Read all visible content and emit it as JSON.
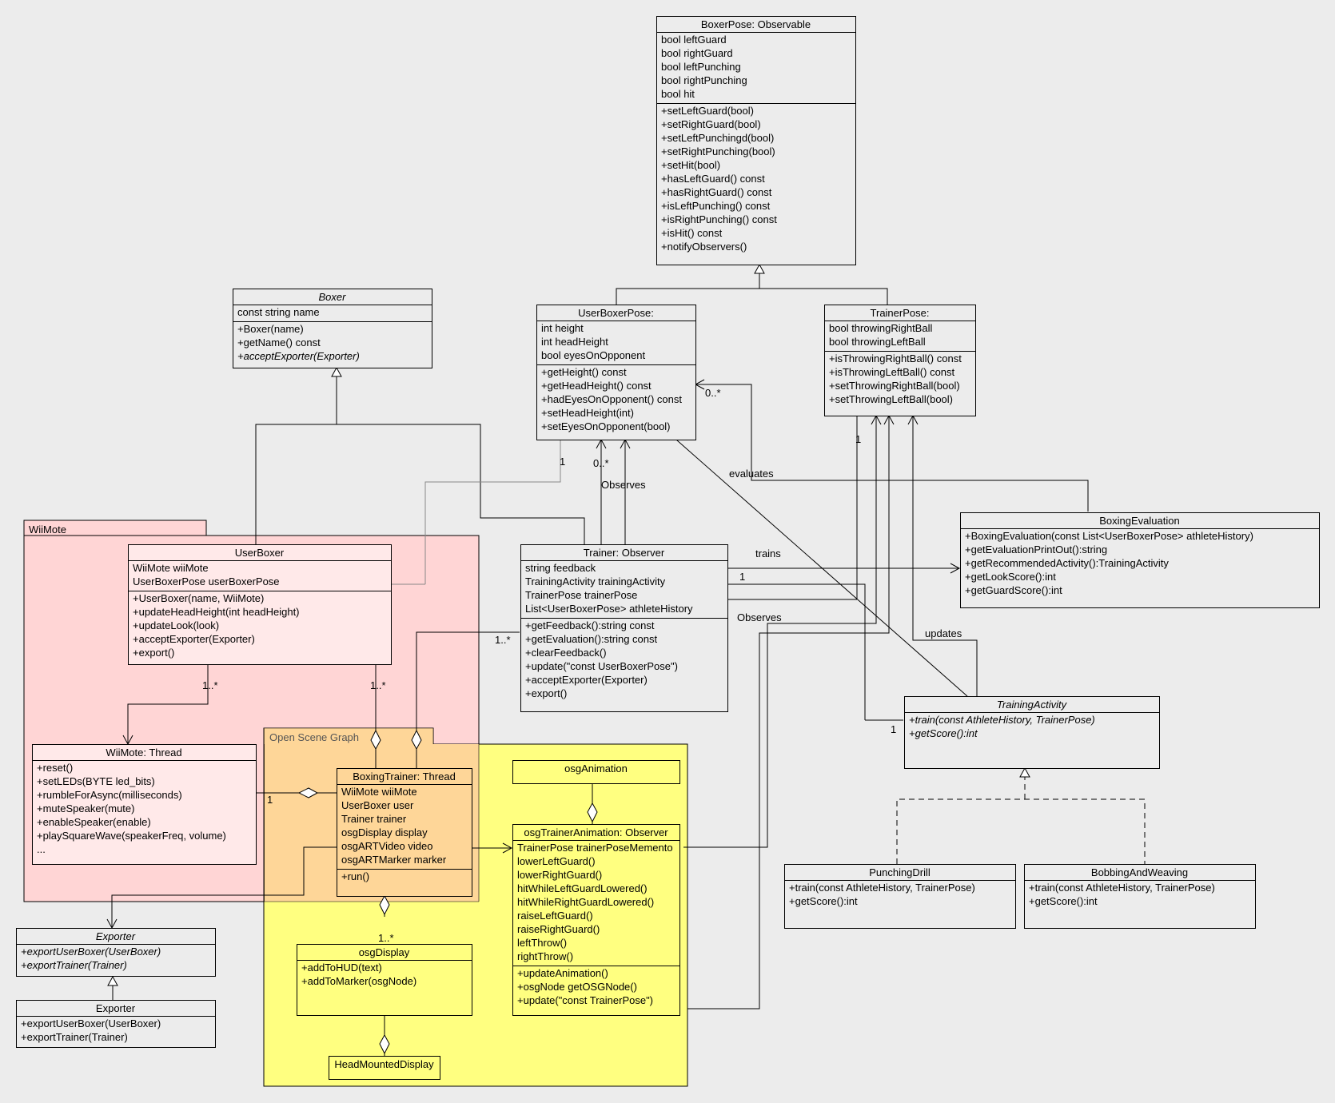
{
  "colors": {
    "background": "#ececec",
    "class_fill": "#ececec",
    "wiimote_package": "#ffd5d5",
    "wiimote_class": "#ffe9e9",
    "osg_package": "#ffff80",
    "overlap": "#fed698"
  },
  "packages": {
    "wiimote": "WiiMote",
    "osg": "Open Scene Graph"
  },
  "classes": {
    "boxer_pose": {
      "name": "BoxerPose: Observable",
      "attributes": [
        "bool leftGuard",
        "bool rightGuard",
        "bool leftPunching",
        "bool rightPunching",
        "bool hit"
      ],
      "operations": [
        "+setLeftGuard(bool)",
        "+setRightGuard(bool)",
        "+setLeftPunchingd(bool)",
        "+setRightPunching(bool)",
        "+setHit(bool)",
        "+hasLeftGuard() const",
        "+hasRightGuard() const",
        "+isLeftPunching() const",
        "+isRightPunching() const",
        "+isHit() const",
        "+notifyObservers()"
      ]
    },
    "boxer": {
      "name": "Boxer",
      "attributes": [
        "const string name"
      ],
      "operations": [
        "+Boxer(name)",
        "+getName() const",
        "+acceptExporter(Exporter)"
      ]
    },
    "user_boxer_pose": {
      "name": "UserBoxerPose:",
      "attributes": [
        "int height",
        "int headHeight",
        "bool eyesOnOpponent"
      ],
      "operations": [
        "+getHeight() const",
        "+getHeadHeight() const",
        "+hadEyesOnOpponent() const",
        "+setHeadHeight(int)",
        "+setEyesOnOpponent(bool)"
      ]
    },
    "trainer_pose": {
      "name": "TrainerPose:",
      "attributes": [
        "bool throwingRightBall",
        "bool throwingLeftBall"
      ],
      "operations": [
        "+isThrowingRightBall() const",
        "+isThrowingLeftBall() const",
        "+setThrowingRightBall(bool)",
        "+setThrowingLeftBall(bool)"
      ]
    },
    "user_boxer": {
      "name": "UserBoxer",
      "attributes": [
        "WiiMote wiiMote",
        "UserBoxerPose userBoxerPose"
      ],
      "operations": [
        "+UserBoxer(name, WiiMote)",
        "+updateHeadHeight(int headHeight)",
        "+updateLook(look)",
        "+acceptExporter(Exporter)",
        "+export()"
      ]
    },
    "trainer": {
      "name": "Trainer: Observer",
      "attributes": [
        "string feedback",
        "TrainingActivity trainingActivity",
        "TrainerPose trainerPose",
        "List<UserBoxerPose> athleteHistory"
      ],
      "operations": [
        "+getFeedback():string const",
        "+getEvaluation():string const",
        "+clearFeedback()",
        "+update(\"const UserBoxerPose\")",
        "+acceptExporter(Exporter)",
        "+export()"
      ]
    },
    "boxing_evaluation": {
      "name": "BoxingEvaluation",
      "attributes": [],
      "operations": [
        "+BoxingEvaluation(const List<UserBoxerPose> athleteHistory)",
        "+getEvaluationPrintOut():string",
        "+getRecommendedActivity():TrainingActivity",
        "+getLookScore():int",
        "+getGuardScore():int"
      ]
    },
    "wiimote_thread": {
      "name": "WiiMote: Thread",
      "attributes": [],
      "operations": [
        "+reset()",
        "+setLEDs(BYTE led_bits)",
        "+rumbleForAsync(milliseconds)",
        "+muteSpeaker(mute)",
        "+enableSpeaker(enable)",
        "+playSquareWave(speakerFreq, volume)",
        "..."
      ]
    },
    "boxing_trainer": {
      "name": "BoxingTrainer: Thread",
      "attributes": [
        "WiiMote wiiMote",
        "UserBoxer user",
        "Trainer trainer",
        "osgDisplay display",
        "osgARTVideo video",
        "osgARTMarker marker"
      ],
      "operations": [
        "+run()"
      ]
    },
    "osg_animation": {
      "name": "osgAnimation",
      "attributes": [],
      "operations": []
    },
    "osg_trainer_animation": {
      "name": "osgTrainerAnimation: Observer",
      "attributes": [
        "TrainerPose trainerPoseMemento",
        "lowerLeftGuard()",
        "lowerRightGuard()",
        "hitWhileLeftGuardLowered()",
        "hitWhileRightGuardLowered()",
        "raiseLeftGuard()",
        "raiseRightGuard()",
        "leftThrow()",
        "rightThrow()"
      ],
      "operations": [
        "+updateAnimation()",
        "+osgNode getOSGNode()",
        "+update(\"const TrainerPose\")"
      ]
    },
    "training_activity": {
      "name": "TrainingActivity",
      "attributes": [
        "+train(const AthleteHistory, TrainerPose)",
        "+getScore():int"
      ],
      "operations": []
    },
    "punching_drill": {
      "name": "PunchingDrill",
      "attributes": [],
      "operations": [
        "+train(const AthleteHistory, TrainerPose)",
        "+getScore():int"
      ]
    },
    "bobbing_and_weaving": {
      "name": "BobbingAndWeaving",
      "attributes": [],
      "operations": [
        "+train(const AthleteHistory, TrainerPose)",
        "+getScore():int"
      ]
    },
    "exporter_abstract": {
      "name": "Exporter",
      "attributes": [],
      "operations": [
        "+exportUserBoxer(UserBoxer)",
        "+exportTrainer(Trainer)"
      ]
    },
    "exporter": {
      "name": "Exporter",
      "attributes": [],
      "operations": [
        "+exportUserBoxer(UserBoxer)",
        "+exportTrainer(Trainer)"
      ]
    },
    "osg_display": {
      "name": "osgDisplay",
      "attributes": [],
      "operations": [
        "+addToHUD(text)",
        "+addToMarker(osgNode)"
      ]
    },
    "head_mounted_display": {
      "name": "HeadMountedDisplay",
      "attributes": [],
      "operations": []
    }
  },
  "labels": {
    "observes_top": "Observes",
    "observes_bottom": "Observes",
    "evaluates": "evaluates",
    "trains": "trains",
    "updates": "updates",
    "mult_ubp_trainer_zero_many": "0..*",
    "mult_ubp_userboxer_one": "1",
    "mult_ubp_eval_zero_many": "0..*",
    "mult_tp_one": "1",
    "mult_trainer_eval_one": "1",
    "mult_userboxer_wiimote": "1..*",
    "mult_userboxer_bt": "1..*",
    "mult_trainer_bt": "1..*",
    "mult_wiimote_bt": "1",
    "mult_ta_one": "1",
    "mult_osgdisplay": "1..*"
  }
}
